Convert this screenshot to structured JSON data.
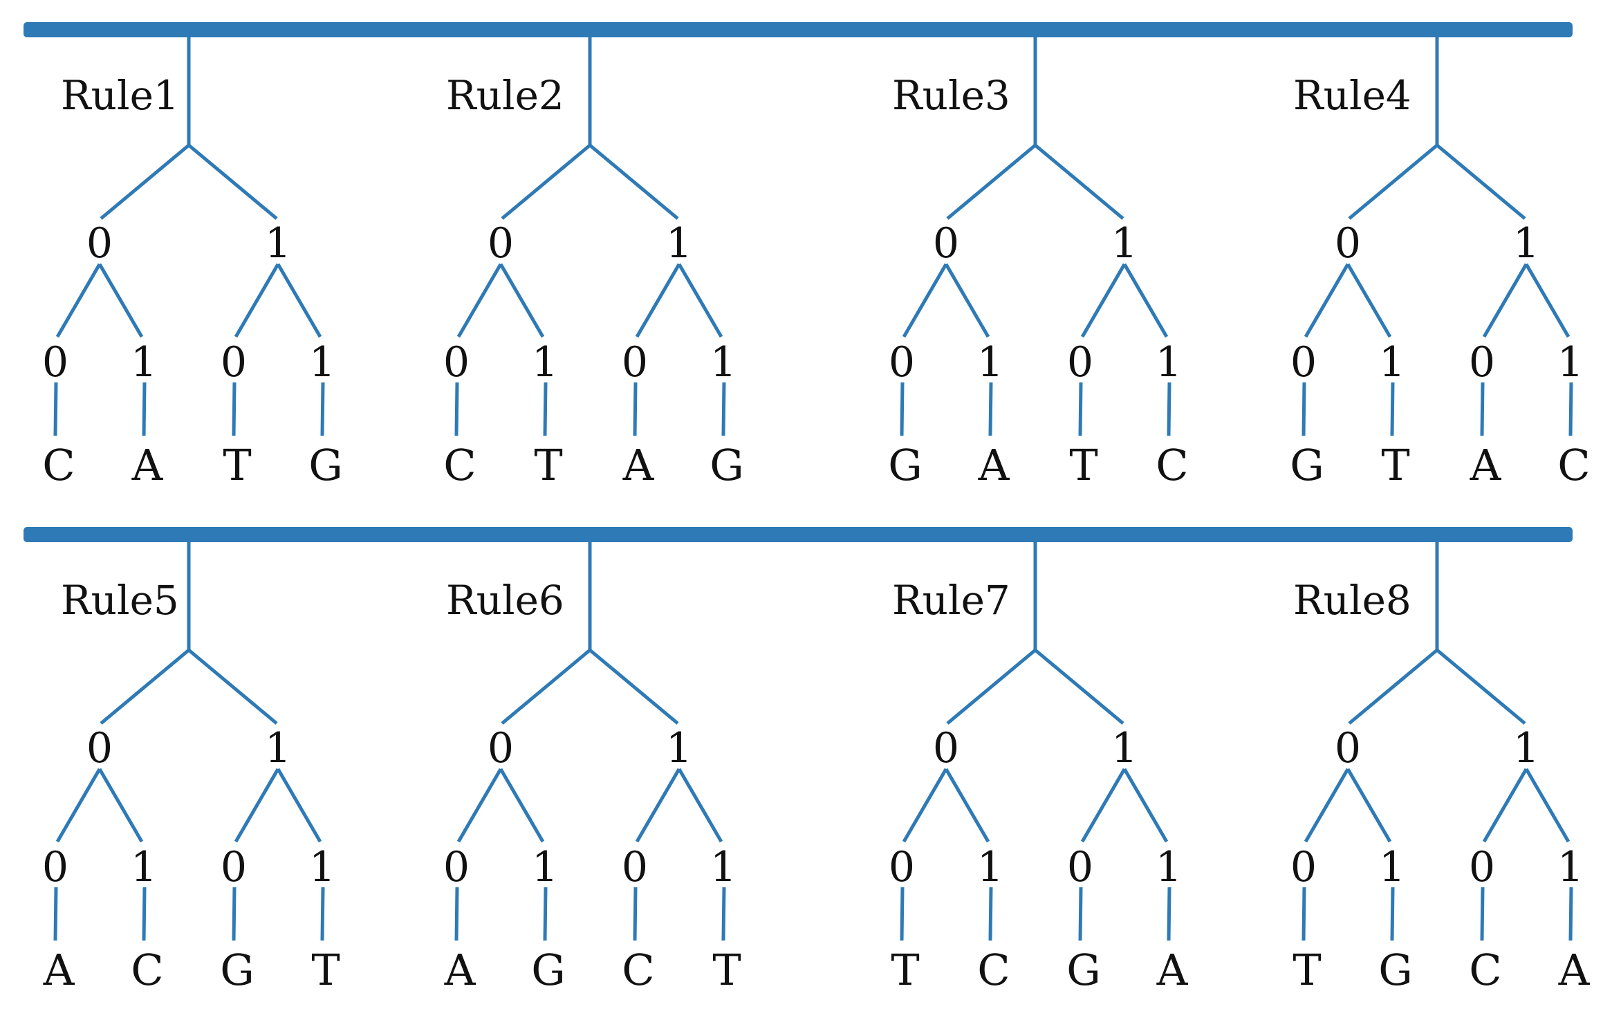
{
  "style": {
    "line_color": "#2e7ab6",
    "text_color": "#111111",
    "background": "#ffffff"
  },
  "rows": [
    {
      "rules": [
        {
          "label": "Rule1",
          "bits": [
            "0",
            "1"
          ],
          "sub_bits": [
            "0",
            "1",
            "0",
            "1"
          ],
          "bases": [
            "C",
            "A",
            "T",
            "G"
          ]
        },
        {
          "label": "Rule2",
          "bits": [
            "0",
            "1"
          ],
          "sub_bits": [
            "0",
            "1",
            "0",
            "1"
          ],
          "bases": [
            "C",
            "T",
            "A",
            "G"
          ]
        },
        {
          "label": "Rule3",
          "bits": [
            "0",
            "1"
          ],
          "sub_bits": [
            "0",
            "1",
            "0",
            "1"
          ],
          "bases": [
            "G",
            "A",
            "T",
            "C"
          ]
        },
        {
          "label": "Rule4",
          "bits": [
            "0",
            "1"
          ],
          "sub_bits": [
            "0",
            "1",
            "0",
            "1"
          ],
          "bases": [
            "G",
            "T",
            "A",
            "C"
          ]
        }
      ]
    },
    {
      "rules": [
        {
          "label": "Rule5",
          "bits": [
            "0",
            "1"
          ],
          "sub_bits": [
            "0",
            "1",
            "0",
            "1"
          ],
          "bases": [
            "A",
            "C",
            "G",
            "T"
          ]
        },
        {
          "label": "Rule6",
          "bits": [
            "0",
            "1"
          ],
          "sub_bits": [
            "0",
            "1",
            "0",
            "1"
          ],
          "bases": [
            "A",
            "G",
            "C",
            "T"
          ]
        },
        {
          "label": "Rule7",
          "bits": [
            "0",
            "1"
          ],
          "sub_bits": [
            "0",
            "1",
            "0",
            "1"
          ],
          "bases": [
            "T",
            "C",
            "G",
            "A"
          ]
        },
        {
          "label": "Rule8",
          "bits": [
            "0",
            "1"
          ],
          "sub_bits": [
            "0",
            "1",
            "0",
            "1"
          ],
          "bases": [
            "T",
            "G",
            "C",
            "A"
          ]
        }
      ]
    }
  ]
}
